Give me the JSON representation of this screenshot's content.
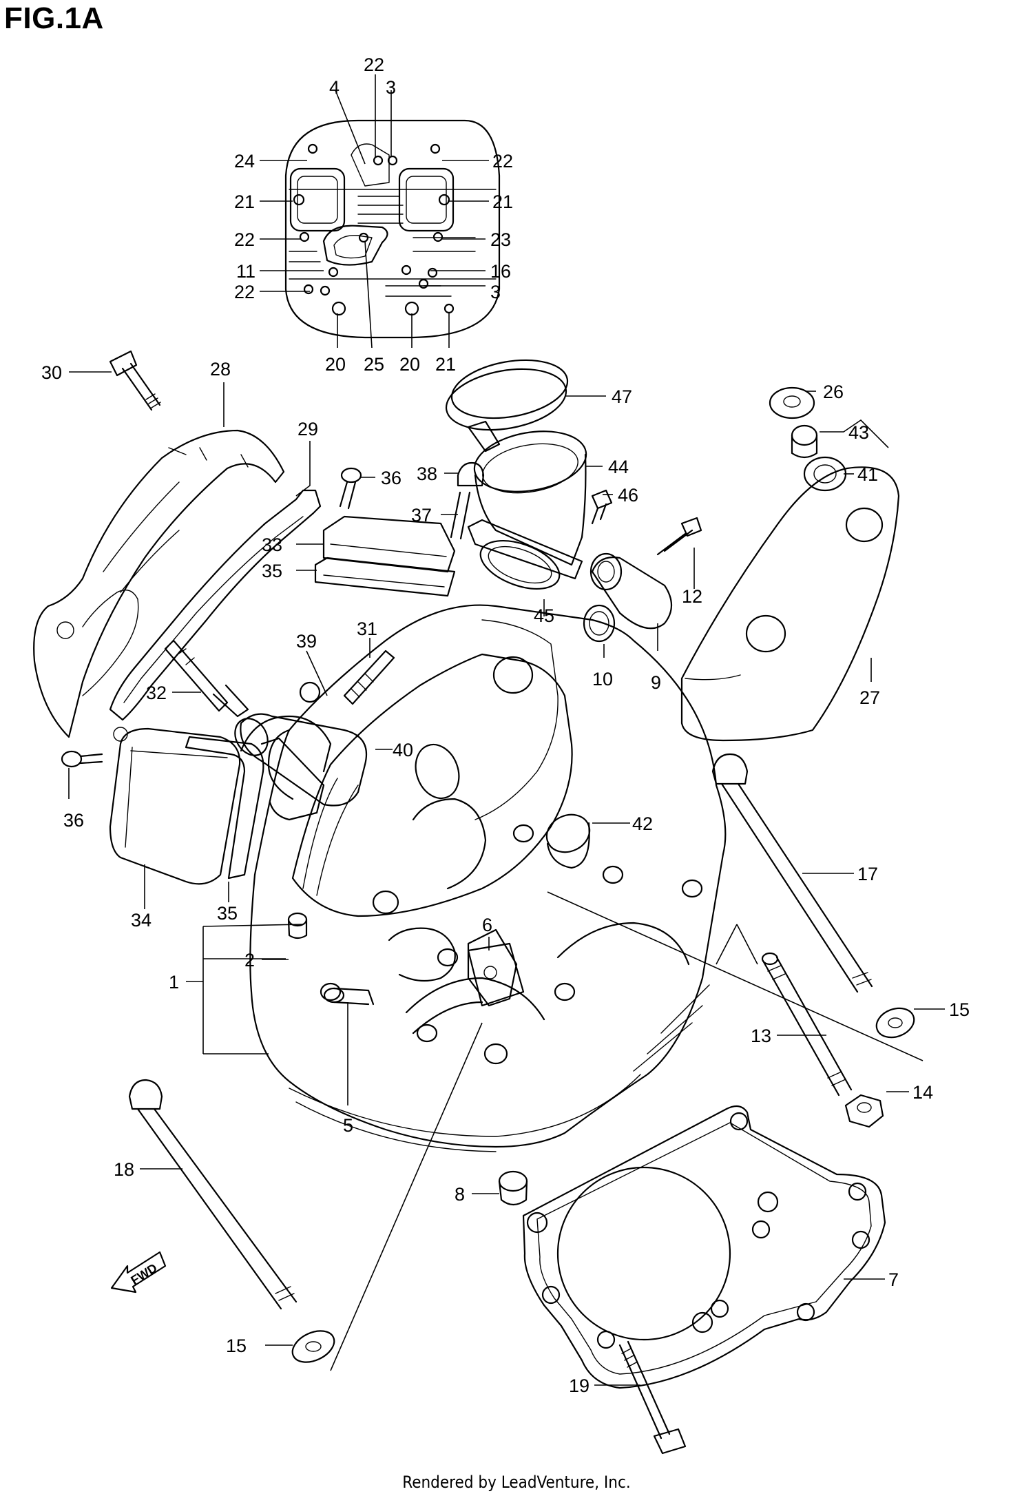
{
  "figure": {
    "title": "FIG.1A",
    "footer": "Rendered by LeadVenture, Inc.",
    "direction_marker": "FWD"
  },
  "callouts": [
    {
      "label": "22"
    },
    {
      "label": "4"
    },
    {
      "label": "3"
    },
    {
      "label": "24"
    },
    {
      "label": "22"
    },
    {
      "label": "21"
    },
    {
      "label": "21"
    },
    {
      "label": "22"
    },
    {
      "label": "23"
    },
    {
      "label": "11"
    },
    {
      "label": "16"
    },
    {
      "label": "22"
    },
    {
      "label": "3"
    },
    {
      "label": "20"
    },
    {
      "label": "25"
    },
    {
      "label": "20"
    },
    {
      "label": "21"
    },
    {
      "label": "30"
    },
    {
      "label": "28"
    },
    {
      "label": "47"
    },
    {
      "label": "26"
    },
    {
      "label": "43"
    },
    {
      "label": "41"
    },
    {
      "label": "29"
    },
    {
      "label": "36"
    },
    {
      "label": "38"
    },
    {
      "label": "44"
    },
    {
      "label": "46"
    },
    {
      "label": "37"
    },
    {
      "label": "33"
    },
    {
      "label": "12"
    },
    {
      "label": "35"
    },
    {
      "label": "45"
    },
    {
      "label": "31"
    },
    {
      "label": "39"
    },
    {
      "label": "10"
    },
    {
      "label": "9"
    },
    {
      "label": "32"
    },
    {
      "label": "27"
    },
    {
      "label": "40"
    },
    {
      "label": "36"
    },
    {
      "label": "42"
    },
    {
      "label": "17"
    },
    {
      "label": "34"
    },
    {
      "label": "35"
    },
    {
      "label": "6"
    },
    {
      "label": "2"
    },
    {
      "label": "1"
    },
    {
      "label": "15"
    },
    {
      "label": "13"
    },
    {
      "label": "5"
    },
    {
      "label": "14"
    },
    {
      "label": "18"
    },
    {
      "label": "8"
    },
    {
      "label": "7"
    },
    {
      "label": "15"
    },
    {
      "label": "19"
    }
  ]
}
